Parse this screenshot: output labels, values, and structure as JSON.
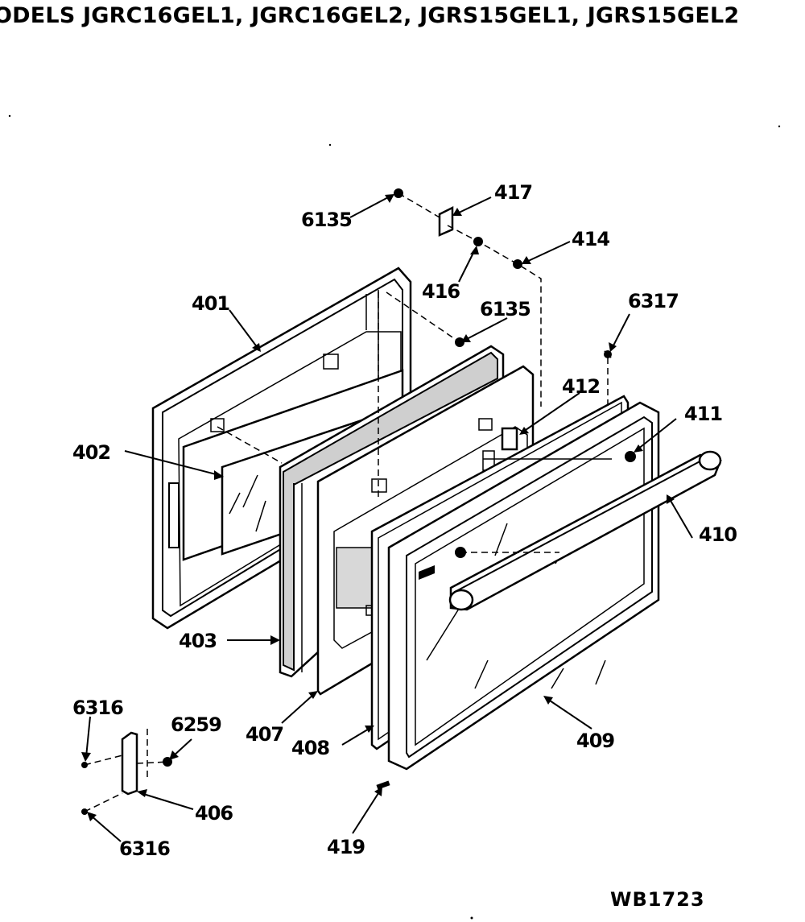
{
  "title": "ODELS JGRC16GEL1, JGRC16GEL2, JGRS15GEL1, JGRS15GEL2",
  "diagram_code": "WB1723",
  "parts": [
    {
      "id": "p6135a",
      "label": "6135"
    },
    {
      "id": "p417",
      "label": "417"
    },
    {
      "id": "p414",
      "label": "414"
    },
    {
      "id": "p416",
      "label": "416"
    },
    {
      "id": "p6135b",
      "label": "6135"
    },
    {
      "id": "p6317",
      "label": "6317"
    },
    {
      "id": "p401",
      "label": "401"
    },
    {
      "id": "p412",
      "label": "412"
    },
    {
      "id": "p411",
      "label": "411"
    },
    {
      "id": "p402",
      "label": "402"
    },
    {
      "id": "p410",
      "label": "410"
    },
    {
      "id": "p403",
      "label": "403"
    },
    {
      "id": "p6316a",
      "label": "6316"
    },
    {
      "id": "p6259",
      "label": "6259"
    },
    {
      "id": "p407",
      "label": "407"
    },
    {
      "id": "p408",
      "label": "408"
    },
    {
      "id": "p409",
      "label": "409"
    },
    {
      "id": "p406",
      "label": "406"
    },
    {
      "id": "p6316b",
      "label": "6316"
    },
    {
      "id": "p419",
      "label": "419"
    }
  ]
}
